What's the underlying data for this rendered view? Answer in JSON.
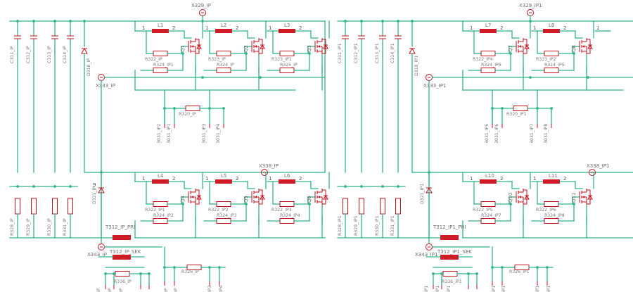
{
  "colors": {
    "wire": "#2fb589",
    "symbol": "#c1121f",
    "symbol_fill": "#d01a26",
    "text": "#7a7a7a"
  },
  "modules": [
    {
      "conn_top": "X329_IP",
      "conn_mid": "X333_IP",
      "conn_right": "X338_IP",
      "conn_bot": "X343_IP",
      "caps": [
        "C311_IP",
        "C312_IP",
        "C313_IP",
        "C314_IP"
      ],
      "resistors_left": [
        "R328_IP",
        "R329_IP",
        "R330_IP",
        "R331_IP"
      ],
      "diode_top": "D318_IP",
      "diode_bot": "D321_IP",
      "diode_bot_pin": "9",
      "top_stages": [
        {
          "inductor": "L1",
          "pin1": "1",
          "pin2": "2",
          "fet": "Q1",
          "r_upper": "R322_IP",
          "r_lower": "R324_IP1"
        },
        {
          "inductor": "L2",
          "pin1": "1",
          "pin2": "2",
          "fet": "Q2",
          "r_upper": "R323_IP",
          "r_lower": "R324_IP"
        },
        {
          "inductor": "L3",
          "pin1": "1",
          "pin2": "2",
          "fet": "Q3",
          "r_upper": "R323_IP1",
          "r_lower": "R325_IP"
        }
      ],
      "bot_stages": [
        {
          "inductor": "L4",
          "pin1": "1",
          "pin2": "2",
          "fet": "Q4",
          "r_upper": "R322_IP1",
          "r_lower": "R324_IP2"
        },
        {
          "inductor": "L5",
          "pin1": "1",
          "pin2": "2",
          "fet": "Q5",
          "r_upper": "R322_IP2",
          "r_lower": "R324_IP3"
        },
        {
          "inductor": "L6",
          "pin1": "1",
          "pin2": "2",
          "fet": "Q6",
          "r_upper": "R322_IP3",
          "r_lower": "R324_IP4"
        }
      ],
      "r_mid": "R320_IP",
      "r_bot": "R326_IP",
      "r_gate": "R336_IP",
      "tr_pri": "T312_IP_PRI",
      "tr_sek": "T312_IP_SEK",
      "vlabels_mid": [
        "3031_IP2",
        "3031_IP1",
        "3031_IP3",
        "3031_IP4"
      ],
      "vlabels_bot_left": [
        "IP",
        "IP",
        "IP"
      ],
      "vlabels_bot_right": [
        "IP",
        "IP",
        "IP3",
        "IP4"
      ]
    },
    {
      "conn_top": "X329_IP1",
      "conn_mid": "X333_IP1",
      "conn_right": "X338_IP1",
      "conn_bot": "X343_IP1",
      "caps": [
        "C311_IP1",
        "C312_IP1",
        "C313_IP1",
        "C314_IP1"
      ],
      "resistors_left": [
        "R328_IP1",
        "R329_IP1",
        "R330_IP1",
        "R331_IP1"
      ],
      "diode_top": "D318_IP1",
      "diode_bot": "D321_IP1",
      "diode_bot_pin": "",
      "top_stages": [
        {
          "inductor": "L7",
          "pin1": "1",
          "pin2": "2",
          "fet": "Q7",
          "r_upper": "R322_IP4",
          "r_lower": "R324_IP6"
        },
        {
          "inductor": "L8",
          "pin1": "1",
          "pin2": "2",
          "fet": "Q8",
          "r_upper": "R323_IP2",
          "r_lower": "R324_IP5"
        },
        {
          "inductor": "",
          "pin1": "1",
          "pin2": "",
          "fet": "",
          "r_upper": "",
          "r_lower": ""
        }
      ],
      "bot_stages": [
        {
          "inductor": "L10",
          "pin1": "1",
          "pin2": "2",
          "fet": "Q10",
          "r_upper": "R322_IP5",
          "r_lower": "R324_IP7"
        },
        {
          "inductor": "L11",
          "pin1": "1",
          "pin2": "2",
          "fet": "Q11",
          "r_upper": "R322_IP6",
          "r_lower": "R324_IP8"
        },
        {
          "inductor": "",
          "pin1": "",
          "pin2": "",
          "fet": "",
          "r_upper": "",
          "r_lower": ""
        }
      ],
      "r_mid": "R320_IP1",
      "r_bot": "R326_IP1",
      "r_gate": "R336_IP1",
      "tr_pri": "T312_IP1_PRI",
      "tr_sek": "T312_IP1_SEK",
      "vlabels_mid": [
        "3031_IP5",
        "3031_IP6",
        "3031_IP7",
        "3031_IP8"
      ],
      "vlabels_bot_left": [
        "IP1",
        "IP1",
        "IP1"
      ],
      "vlabels_bot_right": [
        "IP1",
        "IP1",
        "IP1",
        "IP1"
      ]
    }
  ]
}
